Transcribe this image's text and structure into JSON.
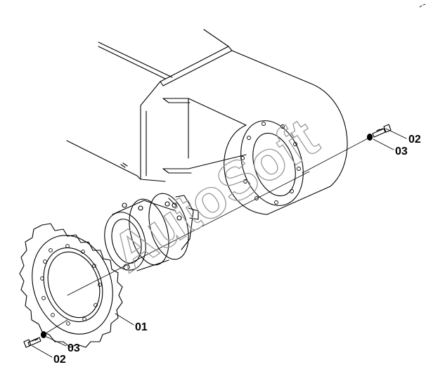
{
  "diagram": {
    "labels": {
      "sprocket": "01",
      "bolt_right": "02",
      "washer_right": "03",
      "bolt_left": "02",
      "washer_left": "03"
    },
    "watermark": "AutoSoft"
  }
}
